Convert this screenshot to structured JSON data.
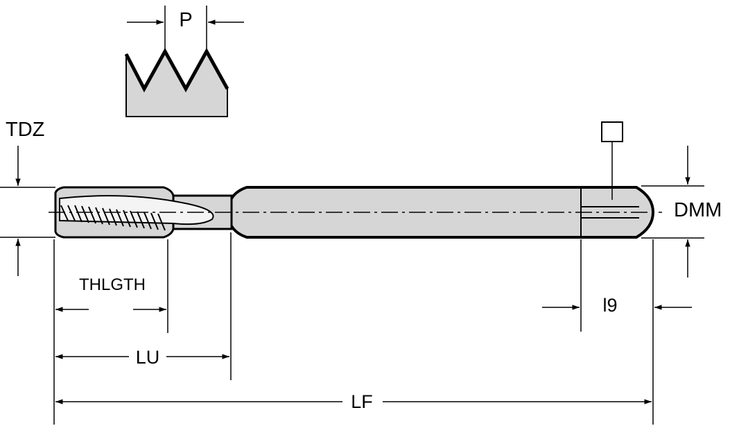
{
  "diagram": {
    "labels": {
      "pitch": "P",
      "thread_diameter": "TDZ",
      "shank_diameter": "DMM",
      "thread_length": "THLGTH",
      "usable_length": "LU",
      "overall_length": "LF",
      "square_length": "l9"
    },
    "colors": {
      "line": "#000000",
      "fill": "#d6d6d6",
      "background": "#ffffff"
    },
    "icons": [
      "square-drive-symbol-icon",
      "thread-profile-icon"
    ]
  }
}
